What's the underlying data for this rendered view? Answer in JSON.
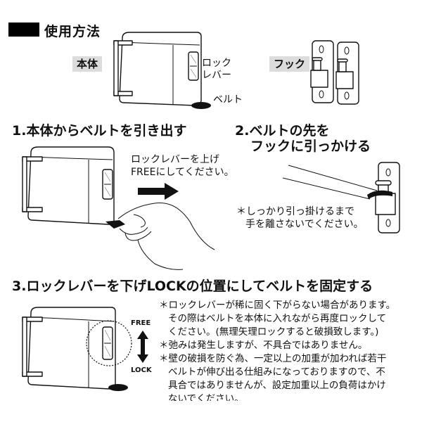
{
  "header": {
    "title": "使用方法"
  },
  "parts": {
    "body_label": "本体",
    "lever_label_1": "ロック",
    "lever_label_2": "レバー",
    "belt_label": "ベルト",
    "hook_label": "フック"
  },
  "step1": {
    "title": "1.本体からベルトを引き出す",
    "instruction_1": "ロックレバーを上げ",
    "instruction_2": "FREEにしてください。"
  },
  "step2": {
    "title_1": "2.ベルトの先を",
    "title_2": "フックに引っかける",
    "note_1": "＊しっかり引っ掛けるまで",
    "note_2": "手を離さないでください。"
  },
  "step3": {
    "title": "3.ロックレバーを下げLOCKの位置にしてベルトを固定する",
    "free_label": "FREE",
    "lock_label": "LOCK",
    "notes": [
      "＊ロックレバーが稀に固く下がらない場合があります。",
      "その際はベルトを本体に入れながら再度ロックして",
      "ください。(無理矢理ロックすると破損致します。)",
      "＊弛みは発生しますが、不具合ではありません。",
      "＊壁の破損を防ぐ為、一定以上の加重が加われば若干",
      "ベルトが伸び出る仕組みになっておりますので、不",
      "具合ではありませんが、設定加重以上の負荷はかけ",
      "ないでください。"
    ]
  }
}
